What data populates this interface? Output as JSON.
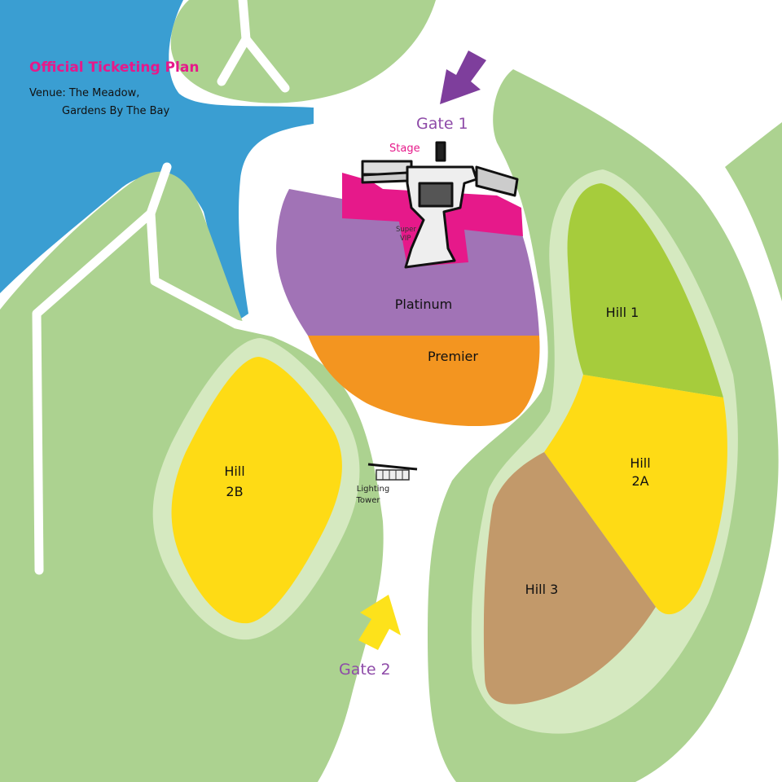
{
  "header": {
    "title": "Official Ticketing Plan",
    "venue_line1": "Venue:  The Meadow,",
    "venue_line2": "Gardens By The Bay"
  },
  "gates": {
    "gate1": "Gate 1",
    "gate2": "Gate 2"
  },
  "stage": {
    "label": "Stage",
    "super_vip_line1": "Super",
    "super_vip_line2": "VIP"
  },
  "zones": {
    "platinum": "Platinum",
    "premier": "Premier",
    "hill1": "Hill 1",
    "hill2a_line1": "Hill",
    "hill2a_line2": "2A",
    "hill2b_line1": "Hill",
    "hill2b_line2": "2B",
    "hill3": "Hill 3"
  },
  "lighting_tower": {
    "line1": "Lighting",
    "line2": "Tower"
  },
  "colors": {
    "water": "#3a9ed2",
    "grass": "#acd290",
    "path": "#ffffff",
    "platinum": "#a173b6",
    "premier": "#f39520",
    "super_vip": "#e6198a",
    "hill_green": "#a6cc3c",
    "hill_yellow": "#fedb15",
    "hill_brown": "#c2996a",
    "gate1_arrow": "#7e3e9c",
    "gate2_arrow": "#fde21b"
  }
}
